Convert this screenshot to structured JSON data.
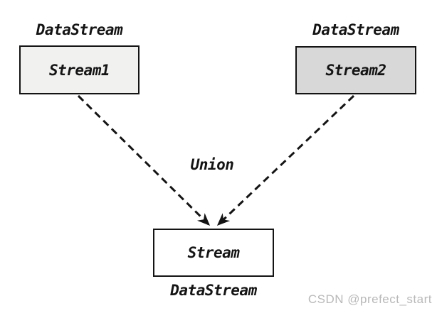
{
  "diagram": {
    "nodes": {
      "stream1": {
        "label": "Stream1",
        "type_label": "DataStream",
        "fill": "#f1f1ef"
      },
      "stream2": {
        "label": "Stream2",
        "type_label": "DataStream",
        "fill": "#d8d8d8"
      },
      "stream": {
        "label": "Stream",
        "type_label": "DataStream",
        "fill": "#ffffff"
      }
    },
    "edge_label": "Union",
    "edge_style": "dashed-arrow"
  },
  "watermark": {
    "text": "CSDN @prefect_start",
    "color": "#b9b9b9"
  },
  "colors": {
    "background": "#ffffff",
    "border": "#141414",
    "text": "#141414"
  }
}
